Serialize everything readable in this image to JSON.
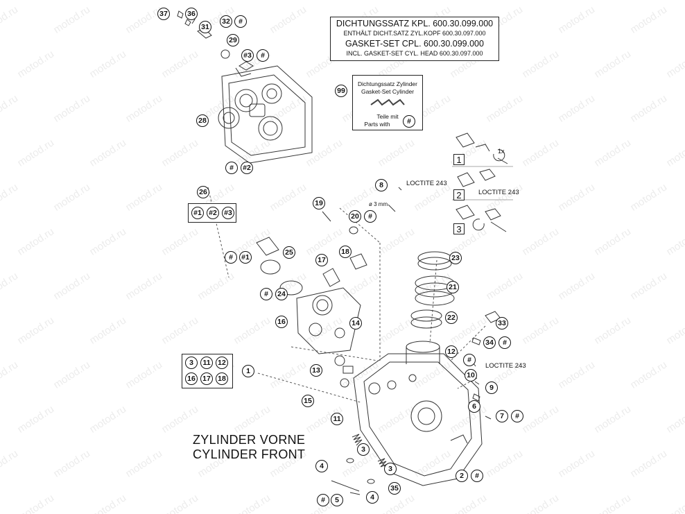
{
  "watermark": "motod.ru",
  "gasket_set": {
    "line1": "DICHTUNGSSATZ KPL.  600.30.099.000",
    "line2": "ENTHÄLT DICHT.SATZ ZYL.KOPF 600.30.097.000",
    "line3": "GASKET-SET CPL.          600.30.099.000",
    "line4": "INCL. GASKET-SET CYL. HEAD 600.30.097.000"
  },
  "cylinder_gasket": {
    "number": "99",
    "line1": "Dichtungssatz Zylinder",
    "line2": "Gasket-Set Cylinder",
    "line3": "Teile mit",
    "line4": "Parts with",
    "marker": "#"
  },
  "loctite_labels": [
    "LOCTITE 243",
    "LOCTITE 243",
    "LOCTITE 243"
  ],
  "dimension_label": "ø 3 mm",
  "detail_steps": [
    "1",
    "2",
    "3"
  ],
  "rotation_label": "1x",
  "title_de": "ZYLINDER VORNE",
  "title_en": "CYLINDER FRONT",
  "set_marker_26": [
    "#1",
    "#2",
    "#3"
  ],
  "set_marker_1": [
    "3",
    "11",
    "12",
    "16",
    "17",
    "18"
  ],
  "callouts": [
    {
      "id": "c37",
      "text": "37"
    },
    {
      "id": "c36",
      "text": "36"
    },
    {
      "id": "c32",
      "text": "32"
    },
    {
      "id": "c32h",
      "text": "#"
    },
    {
      "id": "c31",
      "text": "31"
    },
    {
      "id": "c29",
      "text": "29"
    },
    {
      "id": "c3h3",
      "text": "#3"
    },
    {
      "id": "c3hh",
      "text": "#"
    },
    {
      "id": "c28",
      "text": "28"
    },
    {
      "id": "ch1",
      "text": "#"
    },
    {
      "id": "ch2",
      "text": "#2"
    },
    {
      "id": "c26",
      "text": "26"
    },
    {
      "id": "c8",
      "text": "8"
    },
    {
      "id": "c19",
      "text": "19"
    },
    {
      "id": "c20",
      "text": "20"
    },
    {
      "id": "c20h",
      "text": "#"
    },
    {
      "id": "c25h",
      "text": "#"
    },
    {
      "id": "c25h1",
      "text": "#1"
    },
    {
      "id": "c25",
      "text": "25"
    },
    {
      "id": "c18",
      "text": "18"
    },
    {
      "id": "c17",
      "text": "17"
    },
    {
      "id": "c23",
      "text": "23"
    },
    {
      "id": "c24h",
      "text": "#"
    },
    {
      "id": "c24",
      "text": "24"
    },
    {
      "id": "c21",
      "text": "21"
    },
    {
      "id": "c16",
      "text": "16"
    },
    {
      "id": "c14",
      "text": "14"
    },
    {
      "id": "c22",
      "text": "22"
    },
    {
      "id": "c33",
      "text": "33"
    },
    {
      "id": "c34",
      "text": "34"
    },
    {
      "id": "c34h",
      "text": "#"
    },
    {
      "id": "c12",
      "text": "12"
    },
    {
      "id": "c1",
      "text": "1"
    },
    {
      "id": "c13",
      "text": "13"
    },
    {
      "id": "c10h",
      "text": "#"
    },
    {
      "id": "c10",
      "text": "10"
    },
    {
      "id": "c9",
      "text": "9"
    },
    {
      "id": "c15",
      "text": "15"
    },
    {
      "id": "c6",
      "text": "6"
    },
    {
      "id": "c7",
      "text": "7"
    },
    {
      "id": "c7h",
      "text": "#"
    },
    {
      "id": "c11",
      "text": "11"
    },
    {
      "id": "c3a",
      "text": "3"
    },
    {
      "id": "c4a",
      "text": "4"
    },
    {
      "id": "c3b",
      "text": "3"
    },
    {
      "id": "c2",
      "text": "2"
    },
    {
      "id": "c2h",
      "text": "#"
    },
    {
      "id": "c5h",
      "text": "#"
    },
    {
      "id": "c5",
      "text": "5"
    },
    {
      "id": "c4b",
      "text": "4"
    },
    {
      "id": "c35",
      "text": "35"
    }
  ]
}
